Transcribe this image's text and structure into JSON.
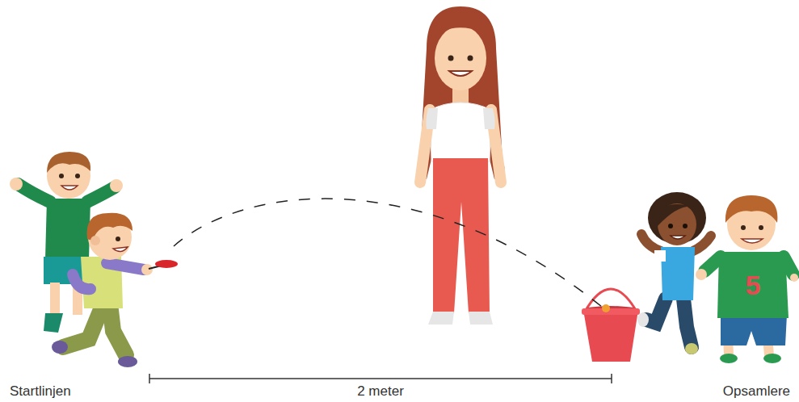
{
  "diagram": {
    "labels": [
      "Startlinjen",
      "2 meter",
      "Opsamlere",
      "5"
    ]
  }
}
